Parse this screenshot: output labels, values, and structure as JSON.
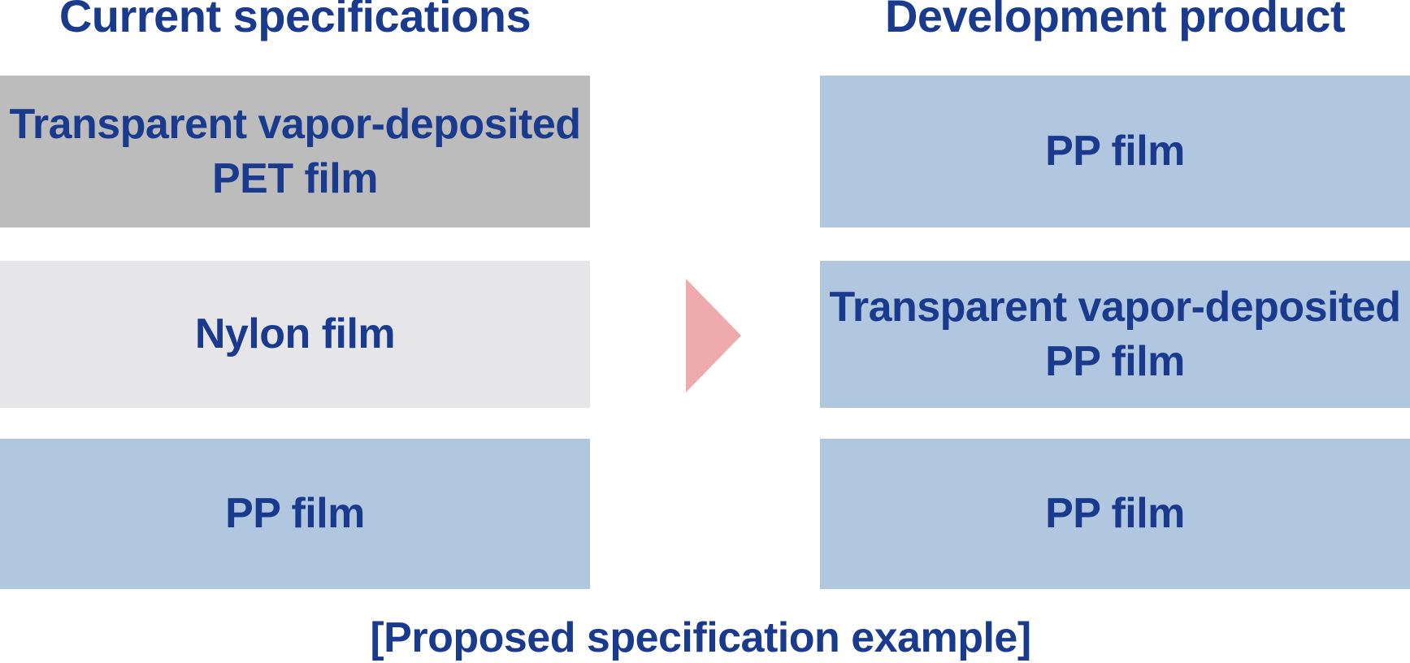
{
  "colors": {
    "background": "#ffffff",
    "text_blue": "#1a3a8e",
    "box_gray": "#bcbcbd",
    "box_light_gray": "#e6e6e8",
    "box_blue": "#b1c7df",
    "arrow_pink": "#efaaad"
  },
  "left_column": {
    "title": "Current specifications",
    "layers": [
      {
        "label": "Transparent vapor-deposited\nPET film"
      },
      {
        "label": "Nylon film"
      },
      {
        "label": "PP film"
      }
    ]
  },
  "right_column": {
    "title": "Development product",
    "layers": [
      {
        "label": "PP film"
      },
      {
        "label": "Transparent vapor-deposited\nPP film"
      },
      {
        "label": "PP film"
      }
    ]
  },
  "arrow": {
    "icon": "right-triangle-arrow"
  },
  "caption": "[Proposed specification example]"
}
